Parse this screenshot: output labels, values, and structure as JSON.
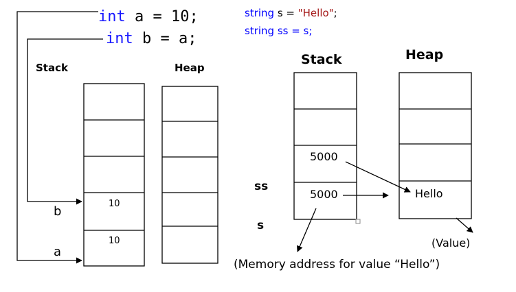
{
  "left_diagram": {
    "code_line1": {
      "keyword": "int",
      "rest": " a = 10;"
    },
    "code_line2": {
      "keyword": "int",
      "rest": " b = a;"
    },
    "stack_label": "Stack",
    "heap_label": "Heap",
    "stack_values": [
      "10",
      "10"
    ],
    "var_labels": [
      "b",
      "a"
    ]
  },
  "right_diagram": {
    "code_line1": {
      "type": "string",
      "name": " s = ",
      "literal": "\"Hello\"",
      "end": ";"
    },
    "code_line2": "string ss = s;",
    "stack_label": "Stack",
    "heap_label": "Heap",
    "stack_values": [
      "5000",
      "5000"
    ],
    "heap_value": "Hello",
    "var_labels": [
      "ss",
      "s"
    ],
    "value_note": "(Value)",
    "address_note": "(Memory address for value “Hello”)"
  },
  "colors": {
    "keyword": "#1a1aff",
    "literal": "#a31515",
    "string_type": "#0000ff",
    "outline": "#000000"
  }
}
